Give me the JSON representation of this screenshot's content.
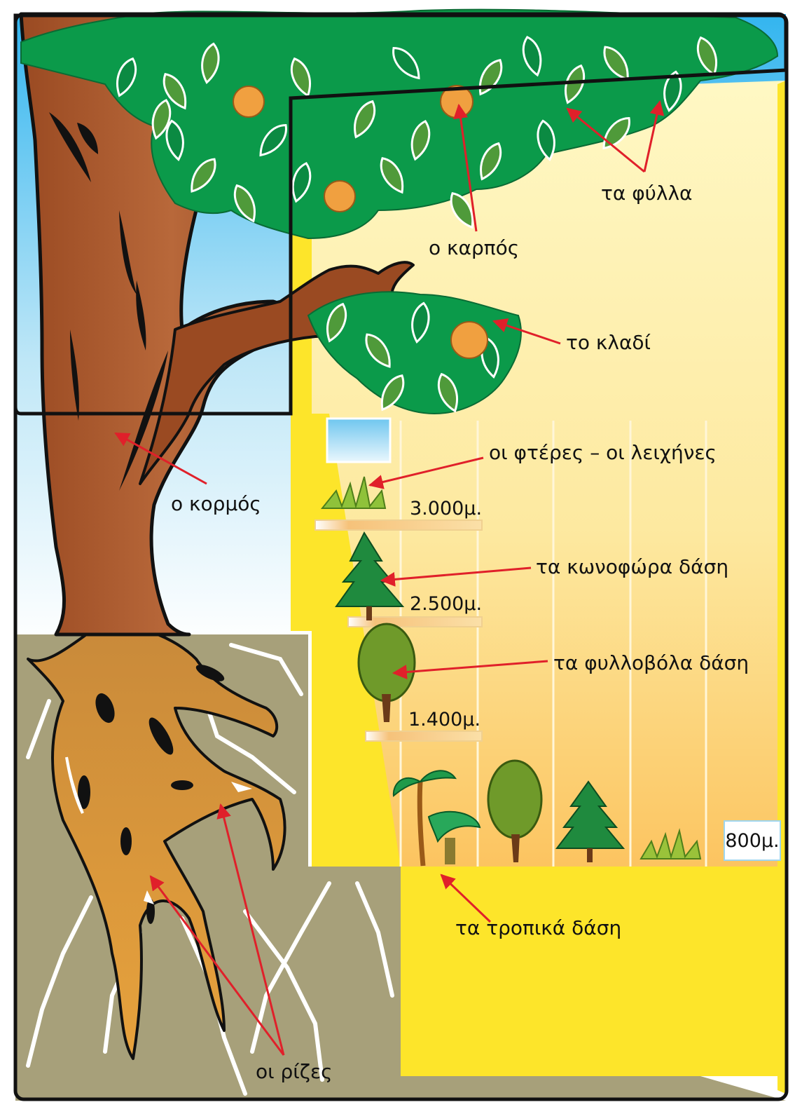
{
  "labels": {
    "leaves": "τα φύλλα",
    "fruit": "ο καρπός",
    "branch": "το κλαδί",
    "trunk": "ο κορμός",
    "roots": "οι ρίζες",
    "ferns_lichens": "οι φτέρες – οι λειχήνες",
    "conifer_forests": "τα κωνοφώρα δάση",
    "deciduous_forests": "τα φυλλοβόλα δάση",
    "tropical_forests": "τα τροπικά δάση"
  },
  "altitudes": {
    "a3000": "3.000μ.",
    "a2500": "2.500μ.",
    "a1400": "1.400μ.",
    "a800": "800μ."
  },
  "colors": {
    "sky": "#7fd0f0",
    "panel": "#fff3a0",
    "panel_orange": "#f9a93a",
    "ground": "#a7a07a",
    "trunk": "#a9562a",
    "leaf_dark": "#0b9a4a",
    "leaf_light": "#4f9a3a",
    "fruit": "#f0a040",
    "arrow": "#e0202a",
    "frame": "#111111",
    "yellow": "#fde52a"
  }
}
